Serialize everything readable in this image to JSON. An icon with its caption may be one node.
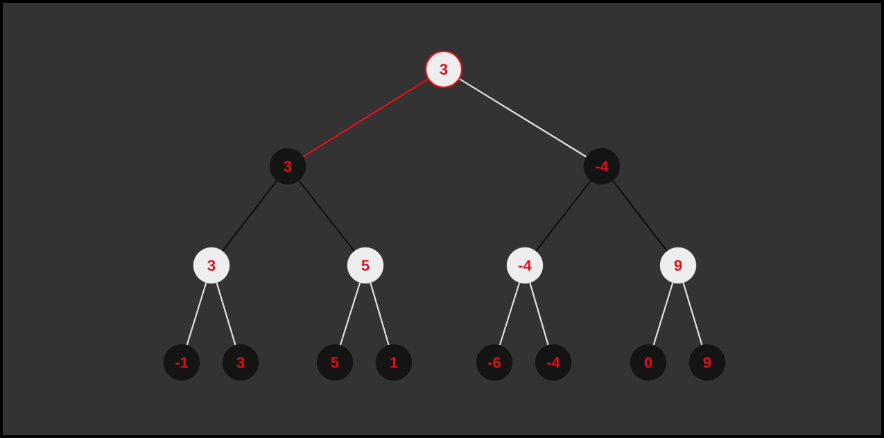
{
  "diagram": {
    "nodes": [
      {
        "text": [
          "3"
        ]
      },
      {
        "text": [
          "3"
        ]
      },
      {
        "text": [
          "-4"
        ]
      },
      {
        "text": [
          "3"
        ]
      },
      {
        "text": [
          "5"
        ]
      },
      {
        "text": [
          "-4"
        ]
      },
      {
        "text": [
          "9"
        ]
      },
      {
        "text": [
          "-1"
        ]
      },
      {
        "text": [
          "3"
        ]
      },
      {
        "text": [
          "5"
        ]
      },
      {
        "text": [
          "1"
        ]
      },
      {
        "text": [
          "-6"
        ]
      },
      {
        "text": [
          "-4"
        ]
      },
      {
        "text": [
          "0"
        ]
      },
      {
        "text": [
          "9"
        ]
      }
    ],
    "edges": [
      {
        "from": 0,
        "to": 1,
        "arrow": "none",
        "color": "#e0101a"
      },
      {
        "from": 0,
        "to": 2,
        "arrow": "none"
      },
      {
        "from": 1,
        "to": 3,
        "arrow": "none",
        "color": "#111111"
      },
      {
        "from": 1,
        "to": 4,
        "arrow": "none",
        "color": "#111111"
      },
      {
        "from": 2,
        "to": 5,
        "arrow": "none",
        "color": "#111111"
      },
      {
        "from": 2,
        "to": 6,
        "arrow": "none",
        "color": "#111111"
      },
      {
        "from": 3,
        "to": 7,
        "arrow": "none"
      },
      {
        "from": 3,
        "to": 8,
        "arrow": "none"
      },
      {
        "from": 4,
        "to": 9,
        "arrow": "none"
      },
      {
        "from": 4,
        "to": 10,
        "arrow": "none"
      },
      {
        "from": 5,
        "to": 11,
        "arrow": "none"
      },
      {
        "from": 5,
        "to": 12,
        "arrow": "none"
      },
      {
        "from": 6,
        "to": 13,
        "arrow": "none"
      },
      {
        "from": 6,
        "to": 14,
        "arrow": "none"
      }
    ]
  }
}
